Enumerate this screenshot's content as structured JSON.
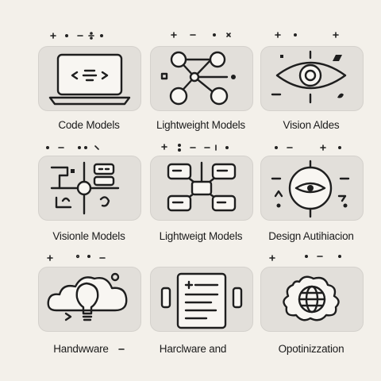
{
  "cards": [
    {
      "label": "Code Models",
      "icon": "laptop-code-icon"
    },
    {
      "label": "Lightweight Models",
      "icon": "node-network-icon"
    },
    {
      "label": "Vision Aldes",
      "icon": "eye-icon"
    },
    {
      "label": "Visionle Models",
      "icon": "circuit-board-icon"
    },
    {
      "label": "Lightweigt Models",
      "icon": "flowchart-icon"
    },
    {
      "label": "Design Autihiacion",
      "icon": "eye-circle-icon"
    },
    {
      "label": "Handwware",
      "icon": "lightbulb-cloud-icon"
    },
    {
      "label": "Harclware and",
      "icon": "document-list-icon"
    },
    {
      "label": "Opotinizzation",
      "icon": "globe-gear-icon"
    }
  ],
  "colors": {
    "background": "#f3f0ea",
    "tile": "#e2dfda",
    "stroke": "#1e1e1e"
  }
}
